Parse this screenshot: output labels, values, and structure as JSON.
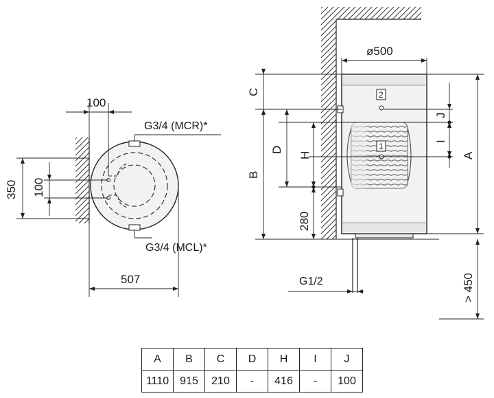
{
  "top_view": {
    "dim_100_top": "100",
    "dim_350": "350",
    "dim_100_side": "100",
    "dim_507": "507",
    "label_mcr": "G3/4 (MCR)*",
    "label_mcl": "G3/4 (MCL)*"
  },
  "side_view": {
    "diameter": "ø500",
    "letter_c": "C",
    "letter_b": "B",
    "letter_d": "D",
    "letter_h": "H",
    "letter_j": "J",
    "letter_i": "I",
    "letter_a": "A",
    "dim_280": "280",
    "dim_450": "> 450",
    "label_g12": "G1/2",
    "marker_1": "1",
    "marker_2": "2"
  },
  "table": {
    "headers": [
      "A",
      "B",
      "C",
      "D",
      "H",
      "I",
      "J"
    ],
    "values": [
      "1110",
      "915",
      "210",
      "-",
      "416",
      "-",
      "100"
    ]
  }
}
